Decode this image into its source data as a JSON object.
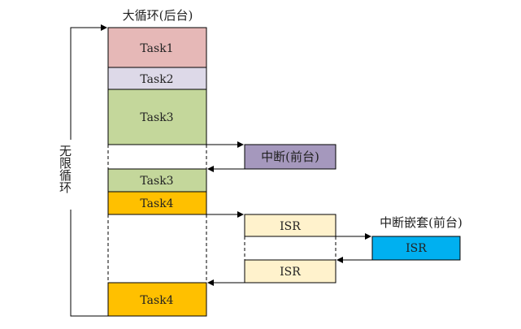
{
  "title_background": "大循环(后台)",
  "loop_label": "无限循环",
  "interrupt_label": "中断(前台)",
  "nested_label": "中断嵌套(前台)",
  "blocks": {
    "task1": {
      "label": "Task1",
      "color": "#e6b8b7"
    },
    "task2": {
      "label": "Task2",
      "color": "#ddd9e8"
    },
    "task3a": {
      "label": "Task3",
      "color": "#c4d79b"
    },
    "task3b": {
      "label": "Task3",
      "color": "#c4d79b"
    },
    "task4a": {
      "label": "Task4",
      "color": "#ffc000"
    },
    "task4b": {
      "label": "Task4",
      "color": "#ffc000"
    },
    "interrupt": {
      "color": "#a598bd"
    },
    "isr1": {
      "label": "ISR",
      "color": "#fff2cc"
    },
    "isr2": {
      "label": "ISR",
      "color": "#fff2cc"
    },
    "isr_nested": {
      "label": "ISR",
      "color": "#00b0f0"
    }
  }
}
